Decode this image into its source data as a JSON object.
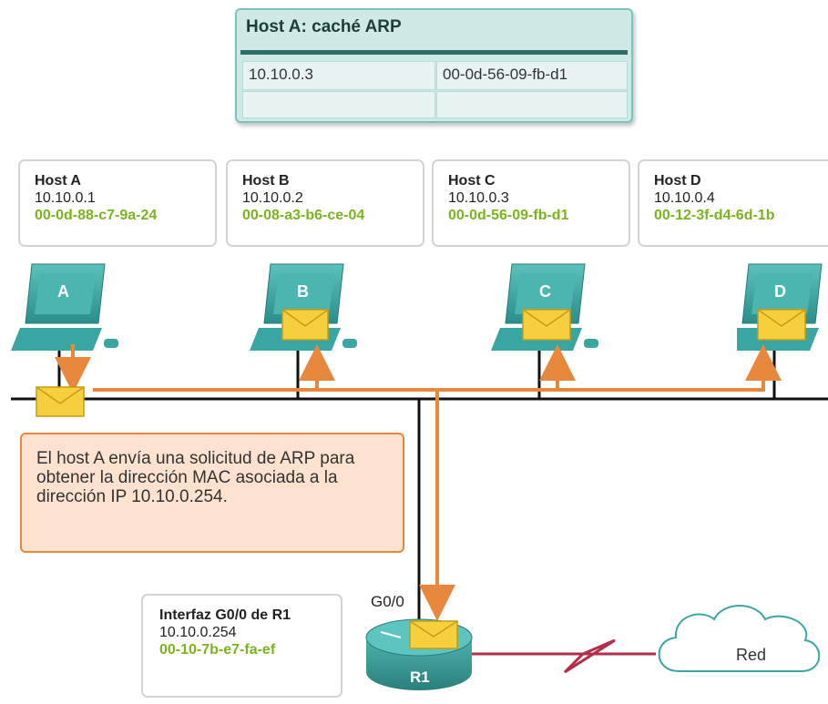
{
  "arp_cache": {
    "title": "Host A: caché ARP",
    "rows": [
      {
        "ip": "10.10.0.3",
        "mac": "00-0d-56-09-fb-d1"
      },
      {
        "ip": "",
        "mac": ""
      }
    ]
  },
  "hosts": [
    {
      "name": "Host A",
      "ip": "10.10.0.1",
      "mac": "00-0d-88-c7-9a-24",
      "letter": "A"
    },
    {
      "name": "Host B",
      "ip": "10.10.0.2",
      "mac": "00-08-a3-b6-ce-04",
      "letter": "B"
    },
    {
      "name": "Host C",
      "ip": "10.10.0.3",
      "mac": "00-0d-56-09-fb-d1",
      "letter": "C"
    },
    {
      "name": "Host D",
      "ip": "10.10.0.4",
      "mac": "00-12-3f-d4-6d-1b",
      "letter": "D"
    }
  ],
  "router": {
    "info_name": "Interfaz G0/0 de R1",
    "ip": "10.10.0.254",
    "mac": "00-10-7b-e7-fa-ef",
    "label": "R1",
    "port": "G0/0"
  },
  "message": "El host A envía una solicitud de ARP para obtener la dirección MAC asociada a la dirección IP 10.10.0.254.",
  "cloud": {
    "label": "Red"
  },
  "colors": {
    "mac_green": "#7ab51d",
    "arrow_orange": "#e8883d",
    "computer_teal": "#3aa6a2",
    "envelope_yellow": "#f6d03c",
    "wan_red": "#b0304a"
  }
}
